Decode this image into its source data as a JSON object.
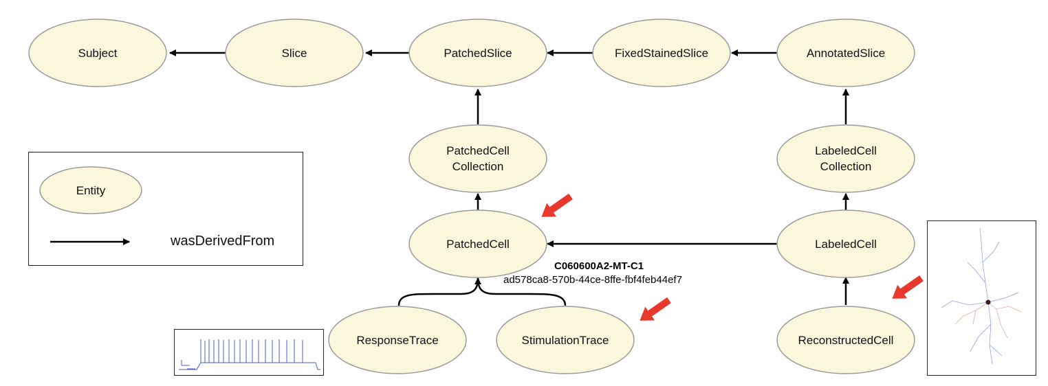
{
  "nodes": {
    "subject": "Subject",
    "slice": "Slice",
    "patched_slice": "PatchedSlice",
    "fixed_stained_slice": "FixedStainedSlice",
    "annotated_slice": "AnnotatedSlice",
    "patched_cell_collection": [
      "PatchedCell",
      "Collection"
    ],
    "labeled_cell_collection": [
      "LabeledCell",
      "Collection"
    ],
    "patched_cell": "PatchedCell",
    "labeled_cell": "LabeledCell",
    "response_trace": "ResponseTrace",
    "stimulation_trace": "StimulationTrace",
    "reconstructed_cell": "ReconstructedCell"
  },
  "legend": {
    "entity": "Entity",
    "relation": "wasDerivedFrom"
  },
  "cell_id": {
    "name": "C060600A2-MT-C1",
    "uuid": "ad578ca8-570b-44ce-8ffe-fbf4feb44ef7"
  },
  "colors": {
    "node_fill": "#FAF7DC",
    "node_stroke": "#9A9A9A",
    "arrow": "#000000",
    "highlight_arrow": "#E8382E",
    "trace_line": "#4A5BD6",
    "morph_dendrite": "#6F7FD8",
    "morph_axon": "#D98A84"
  },
  "icons": {
    "highlight": "red-arrow-icon",
    "trace": "voltage-trace-icon",
    "morphology": "neuron-morphology-icon"
  }
}
